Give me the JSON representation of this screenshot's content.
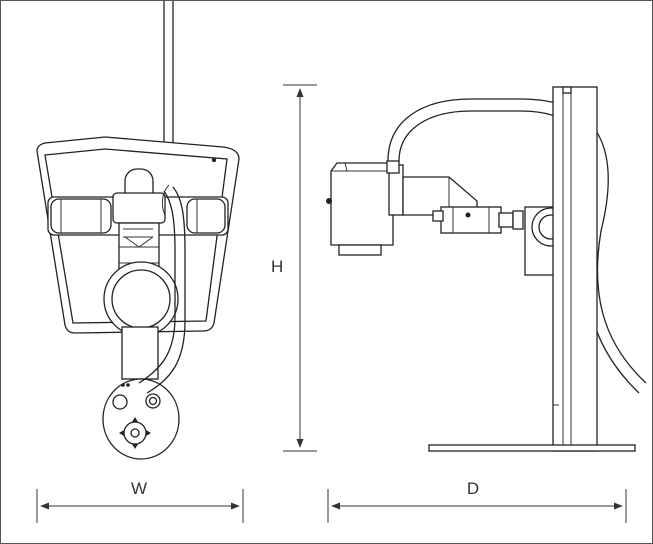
{
  "dimensions": {
    "width_label": "W",
    "height_label": "H",
    "depth_label": "D"
  },
  "colors": {
    "line": "#222222",
    "background": "#ffffff",
    "border": "#555555"
  }
}
